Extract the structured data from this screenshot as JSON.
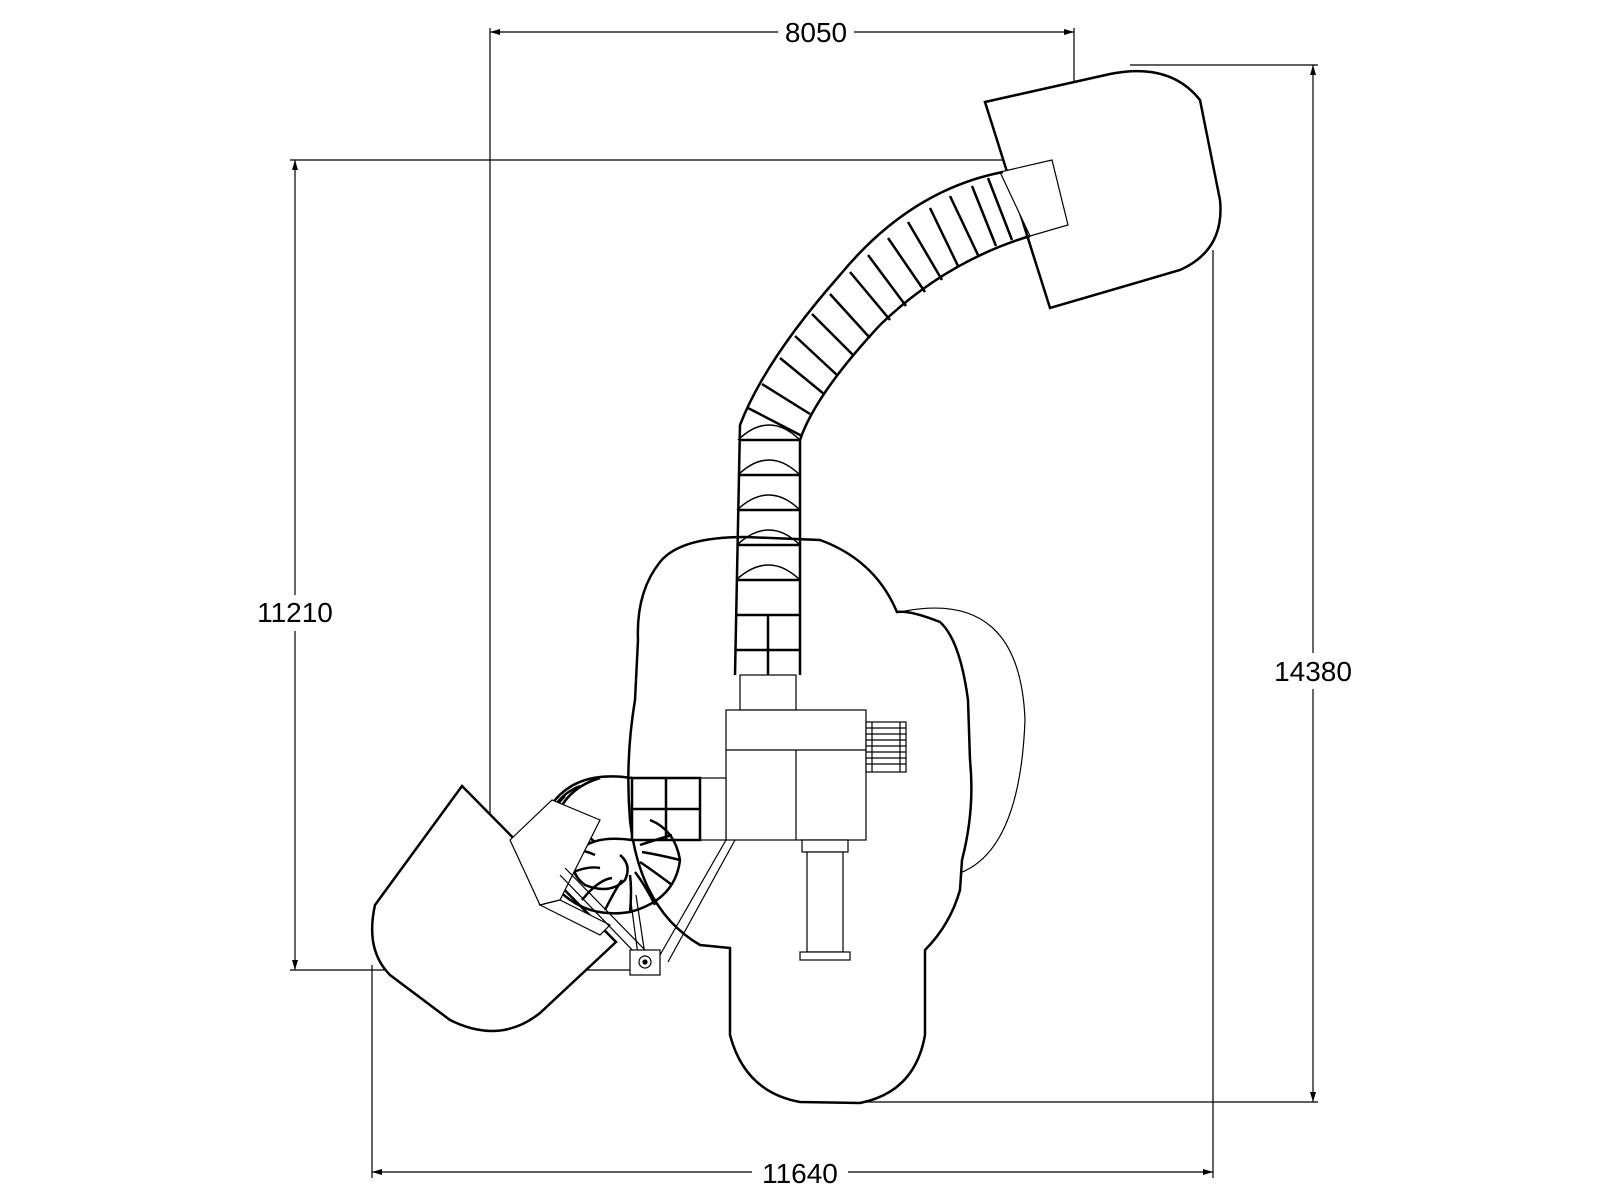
{
  "drawing": {
    "type": "playground equipment plan view (top-down dimension drawing)",
    "line_color": "#000000",
    "background_color": "#ffffff"
  },
  "dimensions": {
    "top_width": "8050",
    "left_height": "11210",
    "right_height": "14380",
    "bottom_width": "11640"
  }
}
